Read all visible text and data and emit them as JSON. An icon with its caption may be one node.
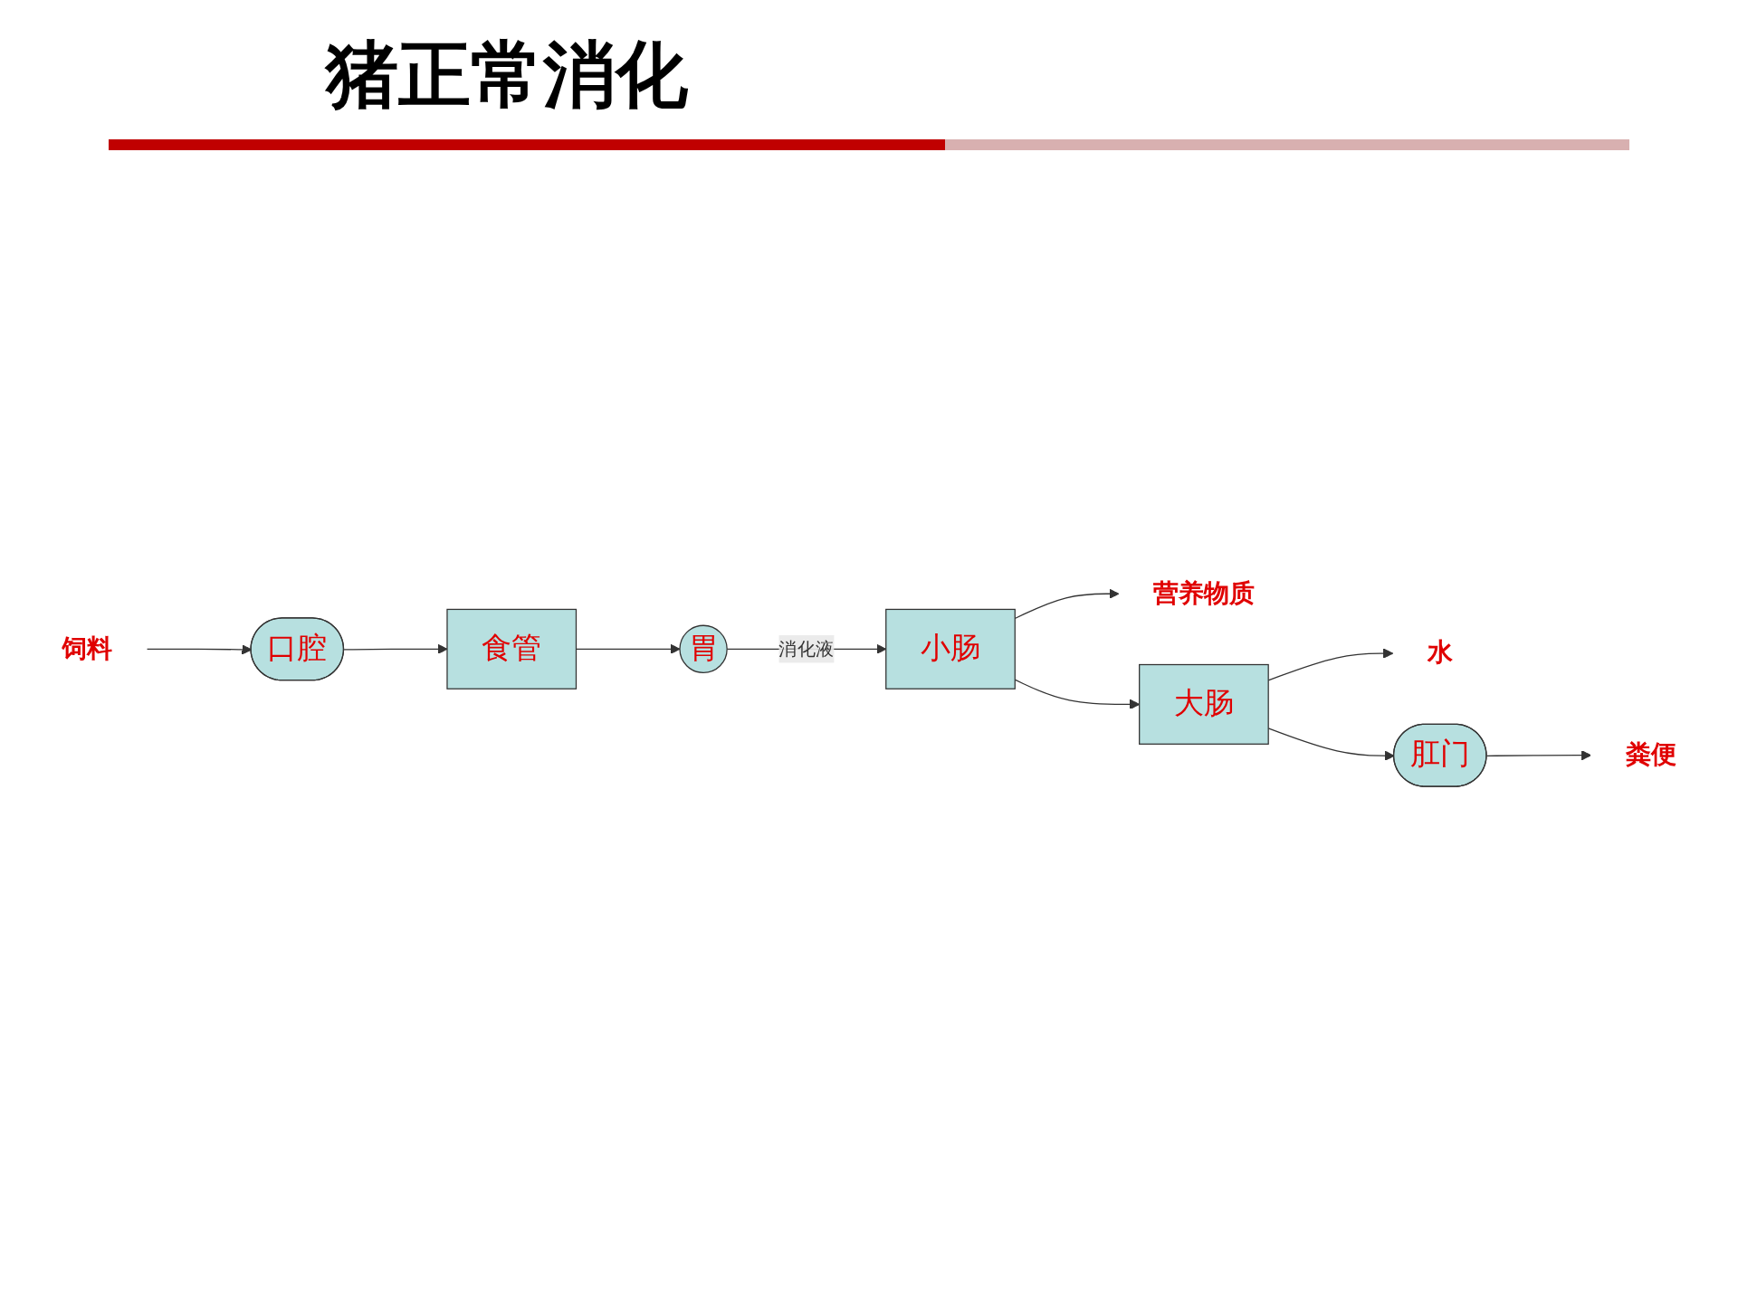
{
  "diagram": {
    "title": "猪正常消化",
    "nodes": [
      {
        "text": [
          "饲料"
        ]
      },
      {
        "text": [
          "口腔"
        ]
      },
      {
        "text": [
          "食管"
        ]
      },
      {
        "text": [
          "胃"
        ]
      },
      {
        "text": [
          "小肠"
        ]
      },
      {
        "text": [
          "营养物质"
        ]
      },
      {
        "text": [
          "大肠"
        ]
      },
      {
        "text": [
          "水"
        ]
      },
      {
        "text": [
          "肛门"
        ]
      },
      {
        "text": [
          "粪便"
        ]
      }
    ],
    "edges": [
      {
        "from": 0,
        "to": 1,
        "arrow": "to"
      },
      {
        "from": 1,
        "to": 2,
        "arrow": "to"
      },
      {
        "from": 2,
        "to": 3,
        "arrow": "to"
      },
      {
        "from": 3,
        "to": 4,
        "arrow": "to",
        "label": "消化液"
      },
      {
        "from": 4,
        "to": 5,
        "arrow": "to"
      },
      {
        "from": 4,
        "to": 6,
        "arrow": "to"
      },
      {
        "from": 6,
        "to": 7,
        "arrow": "to"
      },
      {
        "from": 6,
        "to": 8,
        "arrow": "to"
      },
      {
        "from": 8,
        "to": 9,
        "arrow": "to"
      }
    ]
  }
}
